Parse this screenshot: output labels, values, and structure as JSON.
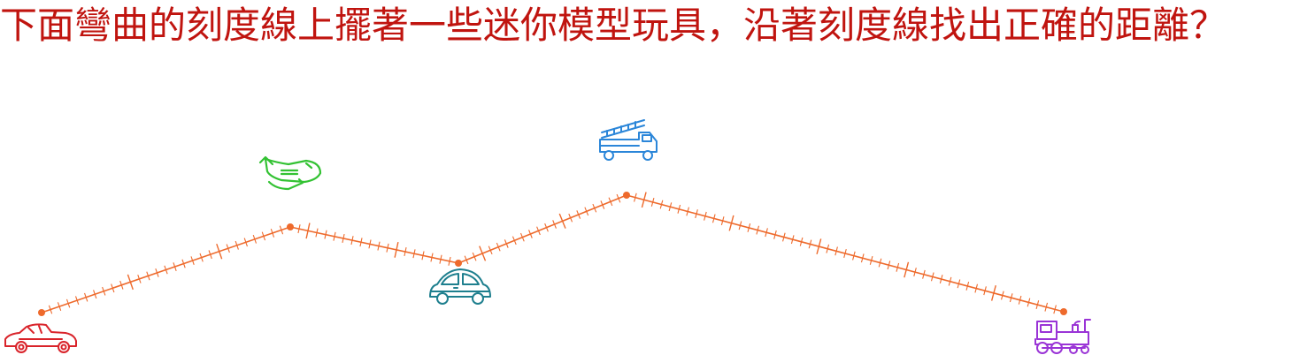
{
  "question": {
    "text": "下面彎曲的刻度線上擺著一些迷你模型玩具，沿著刻度線找出正確的距離？"
  },
  "colors": {
    "question_text": "#c0140f",
    "ruler": "#ee6a2c",
    "car_red": "#d9232a",
    "plane": "#33c233",
    "car_teal": "#1e7f8e",
    "fire_truck": "#2b86d9",
    "train": "#9a34d6"
  },
  "diagram": {
    "toys": [
      {
        "name": "red car",
        "icon": "classic-car-icon"
      },
      {
        "name": "green airplane",
        "icon": "airplane-icon"
      },
      {
        "name": "teal car",
        "icon": "beetle-car-icon"
      },
      {
        "name": "blue fire truck",
        "icon": "fire-truck-icon"
      },
      {
        "name": "purple train",
        "icon": "steam-train-icon"
      }
    ],
    "ruler_segments": [
      {
        "from": "red car",
        "to": "green airplane",
        "units": 28
      },
      {
        "from": "green airplane",
        "to": "teal car",
        "units": 19
      },
      {
        "from": "teal car",
        "to": "blue fire truck",
        "units": 21
      },
      {
        "from": "blue fire truck",
        "to": "purple train",
        "units": 50
      }
    ],
    "major_tick_every": 10
  }
}
